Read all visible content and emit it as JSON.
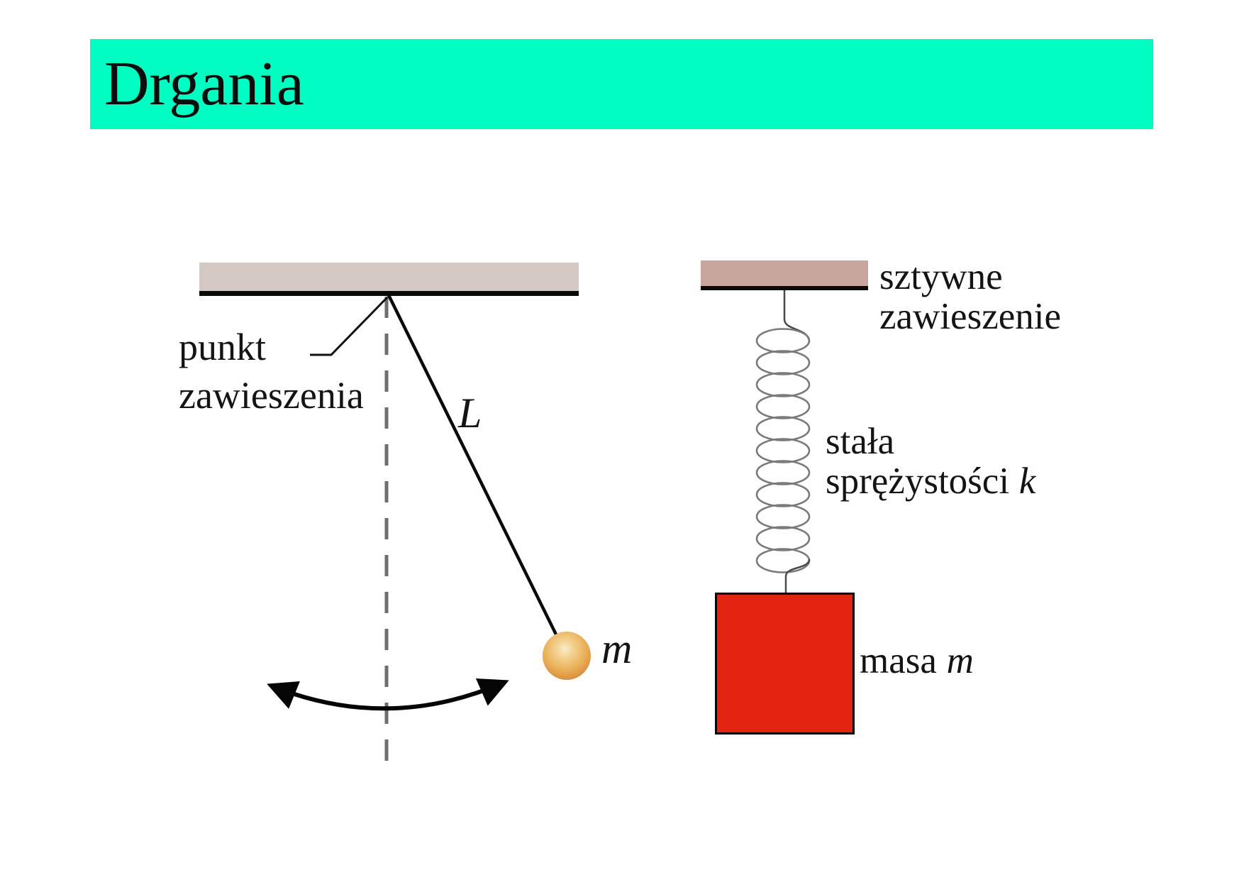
{
  "slide": {
    "title": "Drgania"
  },
  "pendulum": {
    "pivot_label_line1": "punkt",
    "pivot_label_line2": "zawieszenia",
    "length_symbol": "L",
    "mass_symbol": "m"
  },
  "spring_system": {
    "support_label_line1": "sztywne",
    "support_label_line2": "zawieszenie",
    "constant_label_line1": "stała",
    "constant_label_line2_text": "sprężystości",
    "constant_symbol": "k",
    "mass_label_text": "masa",
    "mass_symbol": "m"
  },
  "colors": {
    "banner_teal": "#00FEC3",
    "left_bar_beige": "#D3C9C2",
    "right_bar_pink_beige": "#C8A69D",
    "block_red": "#E32410",
    "ball_gold": "#EAB057",
    "spring_gray": "#7a7a7a",
    "wire_gray": "#4a4a4a",
    "dashed_line_gray": "#6e6e6e",
    "line_black": "#0a0a0a"
  }
}
